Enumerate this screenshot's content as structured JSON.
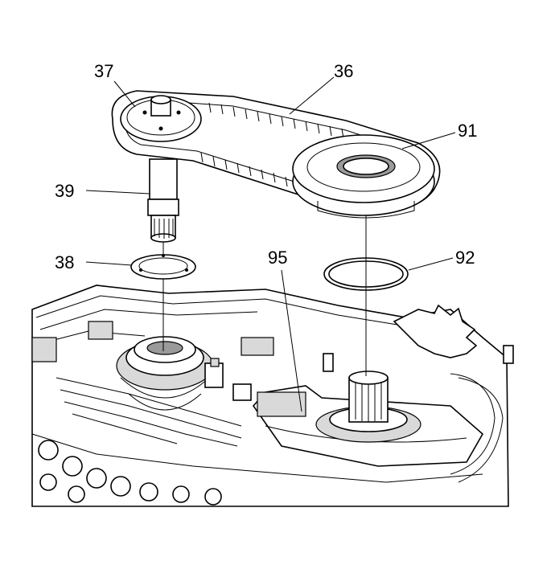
{
  "callouts": {
    "c37": "37",
    "c36": "36",
    "c91": "91",
    "c39": "39",
    "c38": "38",
    "c95": "95",
    "c92": "92"
  }
}
